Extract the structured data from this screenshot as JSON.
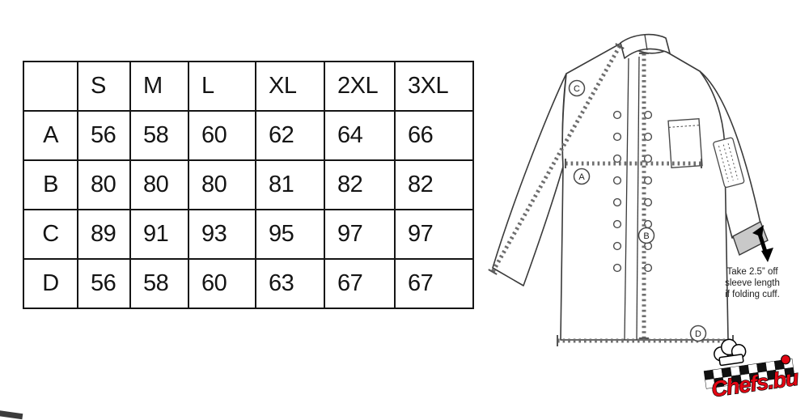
{
  "size_table": {
    "headers": [
      "S",
      "M",
      "L",
      "XL",
      "2XL",
      "3XL"
    ],
    "rows": [
      {
        "label": "A",
        "values": [
          "56",
          "58",
          "60",
          "62",
          "64",
          "66"
        ]
      },
      {
        "label": "B",
        "values": [
          "80",
          "80",
          "80",
          "81",
          "82",
          "82"
        ]
      },
      {
        "label": "C",
        "values": [
          "89",
          "91",
          "93",
          "95",
          "97",
          "97"
        ]
      },
      {
        "label": "D",
        "values": [
          "56",
          "58",
          "60",
          "63",
          "67",
          "67"
        ]
      }
    ]
  },
  "diagram": {
    "markers": {
      "a": "A",
      "b": "B",
      "c": "C",
      "d": "D"
    },
    "note": {
      "line1": "Take 2.5” off",
      "line2": "sleeve length",
      "line3": "if folding cuff."
    }
  },
  "logo": {
    "text": "Chefs.bu"
  }
}
